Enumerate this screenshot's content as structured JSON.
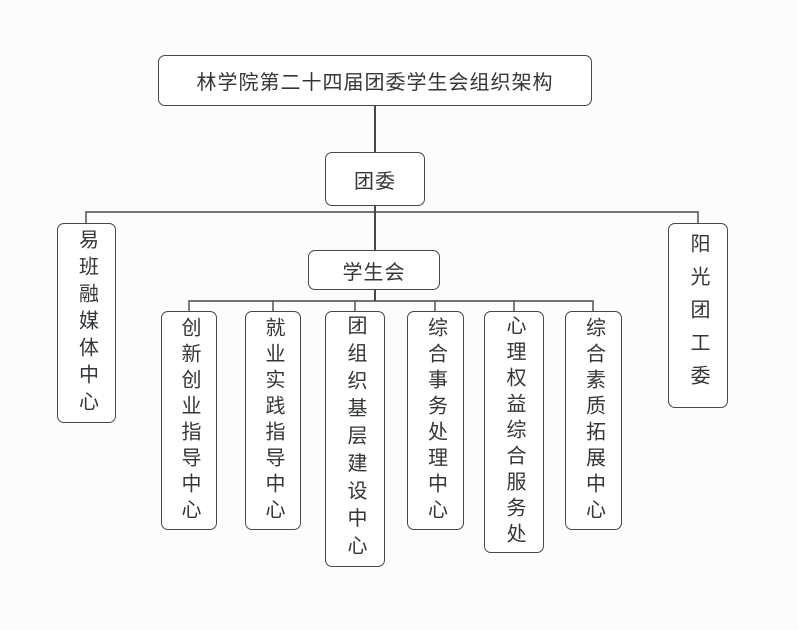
{
  "diagram": {
    "root": {
      "label": "林学院第二十四届团委学生会组织架构"
    },
    "committee": {
      "label": "团委"
    },
    "branches": {
      "left": {
        "label": "易班融媒体中心"
      },
      "center": {
        "label": "学生会"
      },
      "right": {
        "label": "阳光团工委"
      }
    },
    "departments": [
      {
        "label": "创新创业指导中心"
      },
      {
        "label": "就业实践指导中心"
      },
      {
        "label": "团组织基层建设中心"
      },
      {
        "label": "综合事务处理中心"
      },
      {
        "label": "心理权益综合服务处"
      },
      {
        "label": "综合素质拓展中心"
      }
    ],
    "colors": {
      "background": "#fcfcfc",
      "box_fill": "#ffffff",
      "border": "#45484c",
      "line": "#45484c",
      "text": "#333639"
    }
  }
}
